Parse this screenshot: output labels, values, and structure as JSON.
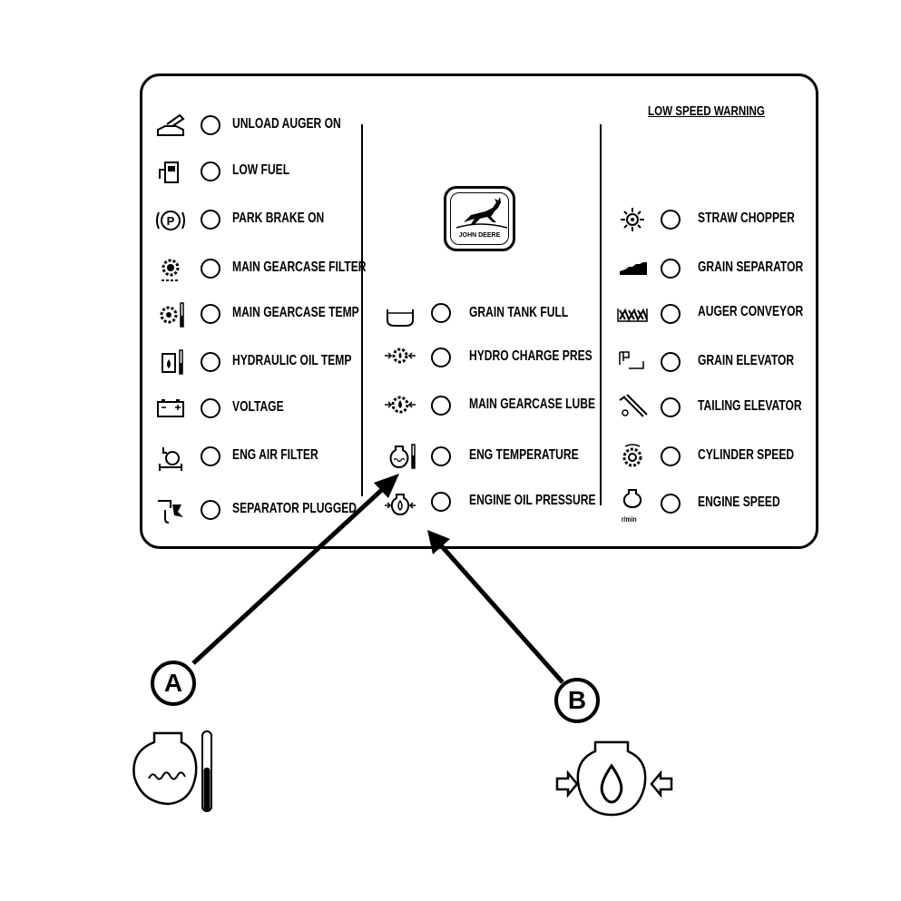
{
  "panel": {
    "header": "LOW SPEED WARNING",
    "logo_text": "JOHN DEERE",
    "left_column": [
      {
        "label": "UNLOAD AUGER ON",
        "icon": "unload-auger-icon"
      },
      {
        "label": "LOW FUEL",
        "icon": "fuel-pump-icon"
      },
      {
        "label": "PARK BRAKE ON",
        "icon": "park-brake-icon"
      },
      {
        "label": "MAIN GEARCASE FILTER",
        "icon": "gearcase-filter-icon"
      },
      {
        "label": "MAIN GEARCASE TEMP",
        "icon": "gearcase-temp-icon"
      },
      {
        "label": "HYDRAULIC OIL TEMP",
        "icon": "hydraulic-oil-temp-icon"
      },
      {
        "label": "VOLTAGE",
        "icon": "battery-icon"
      },
      {
        "label": "ENG AIR FILTER",
        "icon": "air-filter-icon"
      },
      {
        "label": "SEPARATOR PLUGGED",
        "icon": "separator-plugged-icon"
      }
    ],
    "middle_column": [
      {
        "label": "GRAIN TANK FULL",
        "icon": "grain-tank-icon"
      },
      {
        "label": "HYDRO CHARGE PRES",
        "icon": "hydro-charge-icon"
      },
      {
        "label": "MAIN GEARCASE LUBE",
        "icon": "gearcase-lube-icon"
      },
      {
        "label": "ENG TEMPERATURE",
        "icon": "engine-temperature-icon"
      },
      {
        "label": "ENGINE OIL PRESSURE",
        "icon": "engine-oil-pressure-icon"
      }
    ],
    "right_column": [
      {
        "label": "STRAW CHOPPER",
        "icon": "straw-chopper-icon"
      },
      {
        "label": "GRAIN SEPARATOR",
        "icon": "grain-separator-icon"
      },
      {
        "label": "AUGER CONVEYOR",
        "icon": "auger-conveyor-icon"
      },
      {
        "label": "GRAIN ELEVATOR",
        "icon": "grain-elevator-icon"
      },
      {
        "label": "TAILING ELEVATOR",
        "icon": "tailing-elevator-icon"
      },
      {
        "label": "CYLINDER SPEED",
        "icon": "cylinder-speed-icon"
      },
      {
        "label": "ENGINE SPEED",
        "icon": "engine-speed-icon",
        "unit": "r/min"
      }
    ]
  },
  "callouts": {
    "a": {
      "letter": "A",
      "target": "ENG TEMPERATURE",
      "icon": "engine-temperature-icon"
    },
    "b": {
      "letter": "B",
      "target": "ENGINE OIL PRESSURE",
      "icon": "engine-oil-pressure-icon"
    }
  },
  "colors": {
    "line": "#000000",
    "background": "#ffffff"
  }
}
